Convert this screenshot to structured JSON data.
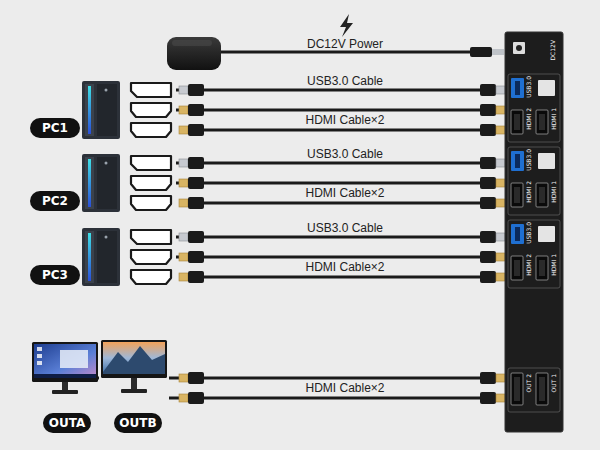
{
  "diagram": {
    "nodes": [
      {
        "text": [
          "PC1"
        ]
      },
      {
        "text": [
          "PC2"
        ]
      },
      {
        "text": [
          "PC3"
        ]
      },
      {
        "text": [
          "DC12V",
          "USB3.0",
          "HDMI 2",
          "HDMI 1",
          "USB3.0",
          "HDMI 2",
          "HDMI 1",
          "USB3.0",
          "HDMI 2",
          "HDMI 1",
          "OUT 2",
          "OUT 1"
        ]
      },
      {
        "text": [
          "OUTA"
        ]
      },
      {
        "text": [
          "OUTB"
        ]
      }
    ],
    "edges": [
      {
        "from": 0,
        "to": 3,
        "arrow": "none",
        "label": "USB3.0 Cable"
      },
      {
        "from": 0,
        "to": 3,
        "arrow": "none",
        "label": "HDMI Cable×2"
      },
      {
        "from": 1,
        "to": 3,
        "arrow": "none",
        "label": "USB3.0 Cable"
      },
      {
        "from": 1,
        "to": 3,
        "arrow": "none",
        "label": "HDMI Cable×2"
      },
      {
        "from": 2,
        "to": 3,
        "arrow": "none",
        "label": "USB3.0 Cable"
      },
      {
        "from": 2,
        "to": 3,
        "arrow": "none",
        "label": "HDMI Cable×2"
      },
      {
        "from": 3,
        "to": 4,
        "arrow": "none",
        "label": "HDMI Cable×2"
      },
      {
        "from": 3,
        "to": 5,
        "arrow": "none"
      }
    ],
    "labels": [
      "DC12V Power"
    ]
  }
}
